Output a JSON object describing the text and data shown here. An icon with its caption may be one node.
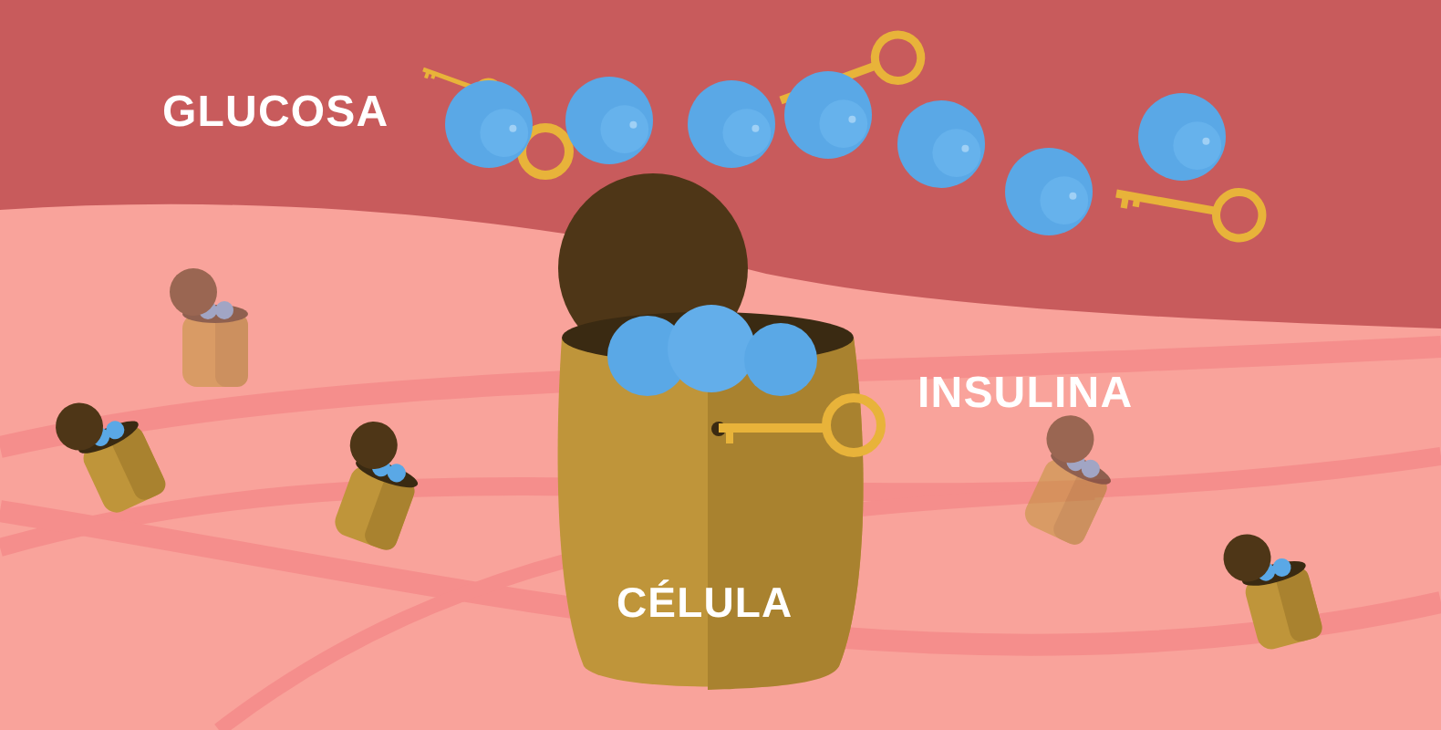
{
  "diagram": {
    "nodes": [
      {
        "text": [
          "CÉLULA"
        ]
      }
    ],
    "labels": [
      "GLUCOSA",
      "INSULINA"
    ]
  }
}
